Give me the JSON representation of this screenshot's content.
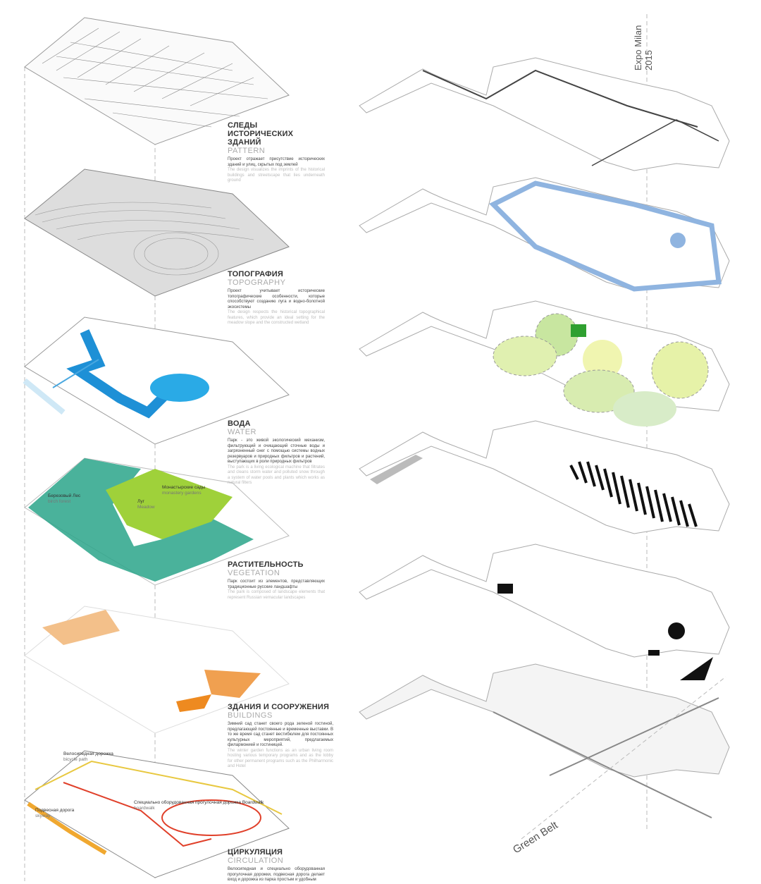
{
  "sections": [
    {
      "ru": "СЛЕДЫ ИСТОРИЧЕСКИХ ЗДАНИЙ",
      "en": "PATTERN",
      "text_ru": "Проект отражает присутствие исторических зданий и улиц, скрытых под землей",
      "text_en": "The design visualizes the imprints of the historical buildings and streetscape that lies underneath ground"
    },
    {
      "ru": "ТОПОГРАФИЯ",
      "en": "TOPOGRAPHY",
      "text_ru": "Проект учитывает исторические топографические особенности, которые способствуют созданию луга и водно-болотной экосистемы",
      "text_en": "The design respects the historical topographical features, which provide an ideal setting for the meadow slope and the constructed wetland"
    },
    {
      "ru": "ВОДА",
      "en": "WATER",
      "text_ru": "Парк - это живой экологический механизм, фильтрующий и очищающий сточные воды и загрязненный снег с помощью системы водных резервуаров и природных фильтров и растений, выступающих в роли природных фильтров",
      "text_en": "The park is a living ecological machine that filtrates and cleans storm water and polluted snow through a system of water pools and plants which works as natural filters"
    },
    {
      "ru": "РАСТИТЕЛЬНОСТЬ",
      "en": "VEGETATION",
      "text_ru": "Парк состоит из элементов, представляющих традиционные русские ландшафты",
      "text_en": "The park is composed of landscape elements that represent Russian vernacular landscapes"
    },
    {
      "ru": "ЗДАНИЯ И СООРУЖЕНИЯ",
      "en": "BUILDINGS",
      "text_ru": "Зимний сад станет своего рода зеленой гостиной, предлагающей постоянные и временные выставки. В то же время сад станет вестибюлем для постоянных культурных мероприятий, предлагаемых филармонией и гостиницей.",
      "text_en": "The winter garden functions as an urban living room hosting various temporary programs and as the lobby for other permanent programs such as the Philharmonic and Hotel"
    },
    {
      "ru": "ЦИРКУЛЯЦИЯ",
      "en": "CIRCULATION",
      "text_ru": "Велосипедная и специально оборудованная прогулочная дорожки, подвесная дорога делает вход и дорожка из парка простым и удобным",
      "text_en": ""
    }
  ],
  "map_labels": {
    "birch": {
      "ru": "Березовый Лес",
      "en": "birch forest"
    },
    "meadow": {
      "ru": "Луг",
      "en": "Meadow"
    },
    "monastery": {
      "ru": "Монастырские сады",
      "en": "monastery gardens"
    },
    "bicycle": {
      "ru": "Велосипедная дорожка",
      "en": "bicycle path"
    },
    "boardwalk": {
      "ru": "Специально оборудованная прогулочная дорожка Boardwalk",
      "en": "boardwalk"
    },
    "suspended": {
      "ru": "Подвесная дорога",
      "en": "skyway"
    }
  },
  "expo": {
    "line1": "Expo Milan",
    "line2": "2015"
  },
  "green_belt": "Green Belt",
  "colors": {
    "water": "#1e90d6",
    "vegetation": "#2aa58a",
    "meadow": "#9fd13a",
    "buildings": "#f0a050",
    "circulation_red": "#e0402a",
    "circulation_yellow": "#e8c840",
    "right_water": "#8fb4e0"
  }
}
